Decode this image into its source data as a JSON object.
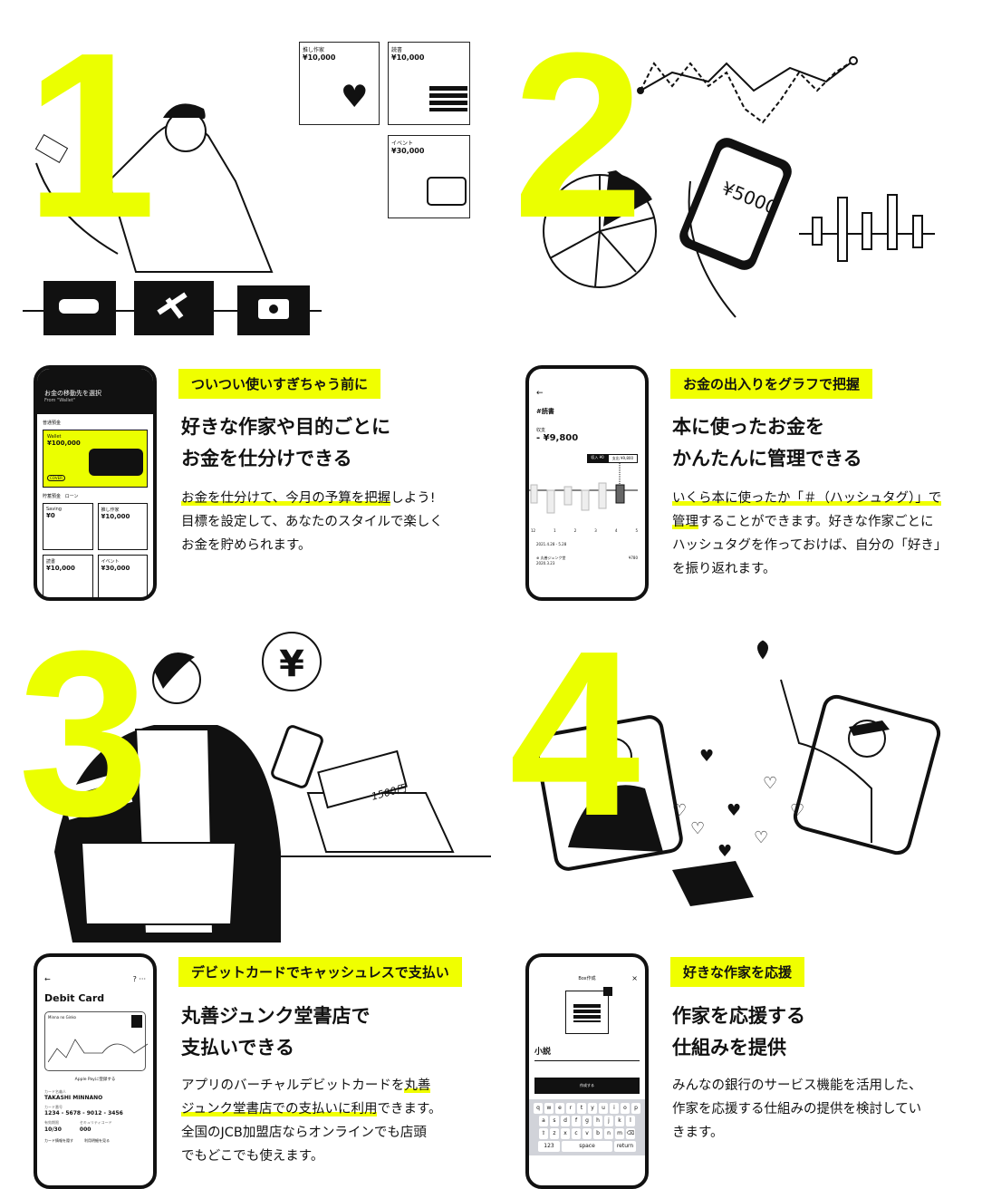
{
  "colors": {
    "accent": "#ebff00",
    "highlight": "#f0ff00",
    "ink": "#111111"
  },
  "sections": [
    {
      "number": "1",
      "illustration_cards": [
        {
          "label": "推し作家",
          "amount": "¥10,000"
        },
        {
          "label": "読書",
          "amount": "¥10,000"
        },
        {
          "label": "イベント",
          "amount": "¥30,000"
        }
      ],
      "phone": {
        "header_title": "お金の移動先を選択",
        "header_sub": "From \"Wallet\"",
        "section_label": "普通預金",
        "wallet_label": "Wallet",
        "wallet_amount": "¥100,000",
        "cover_badge": "COVER",
        "tabs": [
          "貯蓄預金",
          "ローン"
        ],
        "boxes": [
          {
            "label": "Saving",
            "amount": "¥0"
          },
          {
            "label": "推し作家",
            "amount": "¥10,000"
          },
          {
            "label": "読書",
            "amount": "¥10,000"
          },
          {
            "label": "イベント",
            "amount": "¥30,000"
          }
        ]
      },
      "tag": "ついつい使いすぎちゃう前に",
      "headline": [
        "好きな作家や目的ごとに",
        "お金を仕分けできる"
      ],
      "body": [
        {
          "hl": "お金を仕分けて、今月の予算を把握",
          "rest": "しよう!"
        },
        {
          "hl": "",
          "rest": "目標を設定して、あなたのスタイルで楽しく"
        },
        {
          "hl": "",
          "rest": "お金を貯められます。"
        }
      ]
    },
    {
      "number": "2",
      "illustration_phone_amount": "¥5000",
      "phone": {
        "back": "←",
        "hashtag": "#読書",
        "balance_label": "収支",
        "balance": "- ¥9,800",
        "legend_in": "収入 ¥0",
        "legend_out": "支出 ¥9,800",
        "x_ticks": [
          "12",
          "1",
          "2",
          "3",
          "4",
          "5"
        ],
        "period": "2021.4.28 - 5.28",
        "tx_name": "丸善ジュンク堂",
        "tx_date": "2020.3.23",
        "tx_amount": "¥780"
      },
      "tag": "お金の出入りをグラフで把握",
      "headline": [
        "本に使ったお金を",
        "かんたんに管理できる"
      ],
      "body": [
        {
          "hl": "いくら本に使ったか「＃（ハッシュタグ）」で",
          "rest": ""
        },
        {
          "hl": "管理",
          "rest": "することができます。好きな作家ごとに"
        },
        {
          "hl": "",
          "rest": "ハッシュタグを作っておけば、自分の「好き」"
        },
        {
          "hl": "",
          "rest": "を振り返れます。"
        }
      ]
    },
    {
      "number": "3",
      "illustration_bubble": "¥",
      "illustration_receipt": "1500円",
      "phone": {
        "back": "←",
        "title": "Debit Card",
        "bank": "Minna no Ginko",
        "apple_pay": "Apple Payに登録する",
        "holder_label": "カード名義人",
        "holder": "TAKASHI MINNANO",
        "number_label": "カード番号",
        "card_number": "1234 - 5678 - 9012 - 3456",
        "expiry_label": "有効期限",
        "expiry": "10/30",
        "cvc_label": "セキュリティコード",
        "cvc": "000",
        "action1": "カード情報を隠す",
        "action2": "利用明細を見る"
      },
      "tag": "デビットカードでキャッシュレスで支払い",
      "headline": [
        "丸善ジュンク堂書店で",
        "支払いできる"
      ],
      "body": [
        {
          "pre": "アプリのバーチャルデビットカードを",
          "hl": "丸善",
          "rest": ""
        },
        {
          "pre": "",
          "hl": "ジュンク堂書店での支払いに利用",
          "rest": "できます。"
        },
        {
          "pre": "",
          "hl": "",
          "rest": "全国のJCB加盟店ならオンラインでも店頭"
        },
        {
          "pre": "",
          "hl": "",
          "rest": "でもどこでも使えます。"
        }
      ]
    },
    {
      "number": "4",
      "phone": {
        "title": "Box作成",
        "close": "×",
        "name_value": "小説",
        "create_button": "作成する",
        "keys": [
          [
            "q",
            "w",
            "e",
            "r",
            "t",
            "y",
            "u",
            "i",
            "o",
            "p"
          ],
          [
            "a",
            "s",
            "d",
            "f",
            "g",
            "h",
            "j",
            "k",
            "l"
          ],
          [
            "⇧",
            "z",
            "x",
            "c",
            "v",
            "b",
            "n",
            "m",
            "⌫"
          ]
        ],
        "bottom_keys": [
          "123",
          "space",
          "return"
        ]
      },
      "tag": "好きな作家を応援",
      "headline": [
        "作家を応援する",
        "仕組みを提供"
      ],
      "body": [
        {
          "hl": "",
          "rest": "みんなの銀行のサービス機能を活用した、"
        },
        {
          "hl": "",
          "rest": "作家を応援する仕組みの提供を検討してい"
        },
        {
          "hl": "",
          "rest": "きます。"
        }
      ]
    }
  ]
}
